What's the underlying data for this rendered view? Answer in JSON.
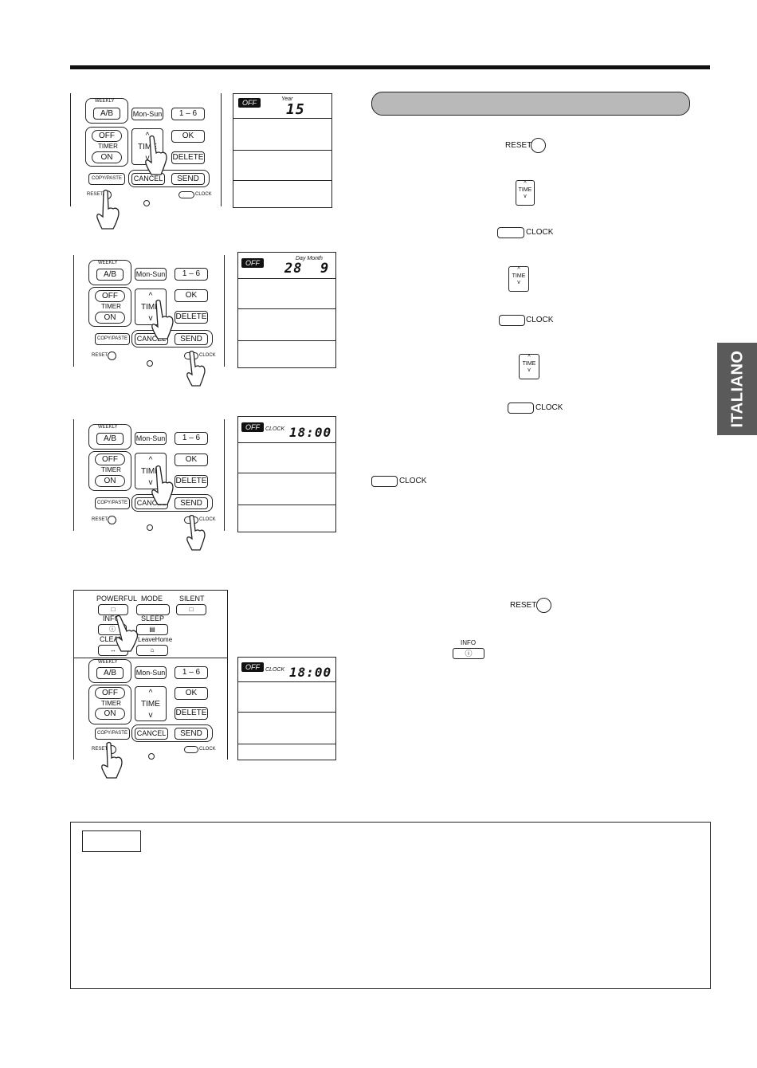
{
  "remote": {
    "weekly": "WEEKLY",
    "ab": "A/B",
    "mon_sun": "Mon-Sun",
    "one_six": "1 – 6",
    "off": "OFF",
    "timer": "TIMER",
    "on": "ON",
    "time": "TIME",
    "ok": "OK",
    "delete": "DELETE",
    "copy_paste": "COPY/PASTE",
    "cancel": "CANCEL",
    "send": "SEND",
    "reset": "RESET",
    "clock": "CLOCK",
    "powerful": "POWERFUL",
    "mode": "MODE",
    "silent": "SILENT",
    "info": "INFO",
    "sleep": "SLEEP",
    "clean": "CLEAN",
    "leave_home": "LeaveHome"
  },
  "lcd": {
    "off": "OFF",
    "panel1": {
      "label": "Year",
      "value": "15"
    },
    "panel2": {
      "label": "Day Month",
      "value": "28  9"
    },
    "panel3": {
      "label": "CLOCK",
      "value": "18:00"
    },
    "panel4": {
      "label": "CLOCK",
      "value": "18:00"
    }
  },
  "right": {
    "reset_1": "RESET",
    "clock_1": "CLOCK",
    "clock_2": "CLOCK",
    "clock_3": "CLOCK",
    "clock_4": "CLOCK",
    "reset_2": "RESET",
    "info": "INFO",
    "time": "TIME"
  },
  "side_tab": "ITALIANO"
}
